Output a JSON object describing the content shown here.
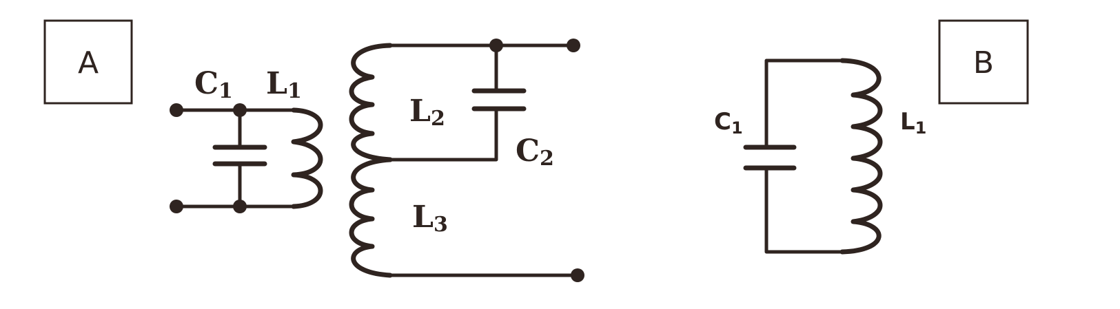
{
  "panels": {
    "a": {
      "letter": "A",
      "labels": {
        "c1": {
          "main": "C",
          "sub": "1"
        },
        "l1": {
          "main": "L",
          "sub": "1"
        },
        "l2": {
          "main": "L",
          "sub": "2"
        },
        "c2": {
          "main": "C",
          "sub": "2"
        },
        "l3": {
          "main": "L",
          "sub": "3"
        }
      }
    },
    "b": {
      "letter": "B",
      "labels": {
        "c1": {
          "main": "C",
          "sub": "1"
        },
        "l1": {
          "main": "L",
          "sub": "1"
        }
      }
    }
  },
  "colors": {
    "ink": "#2f2420",
    "background": "#ffffff"
  }
}
